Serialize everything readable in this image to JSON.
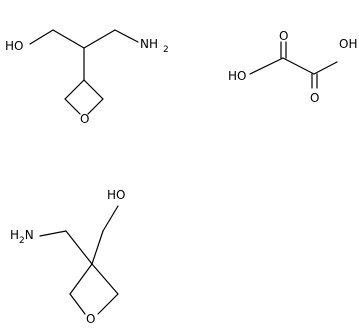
{
  "structure": {
    "molecule_a": {
      "hydroxyl": "HO",
      "amine": "NH",
      "amine_subscript": "2",
      "ring_oxygen": "O"
    },
    "oxalic_acid": {
      "carbonyl_oxygen_1": "O",
      "carbonyl_oxygen_2": "O",
      "hydroxyl_left": "HO",
      "hydroxyl_right": "OH"
    },
    "molecule_b": {
      "hydroxyl": "HO",
      "amine_prefix": "H",
      "amine_subscript": "2",
      "amine_suffix": "N",
      "ring_oxygen": "O"
    }
  }
}
